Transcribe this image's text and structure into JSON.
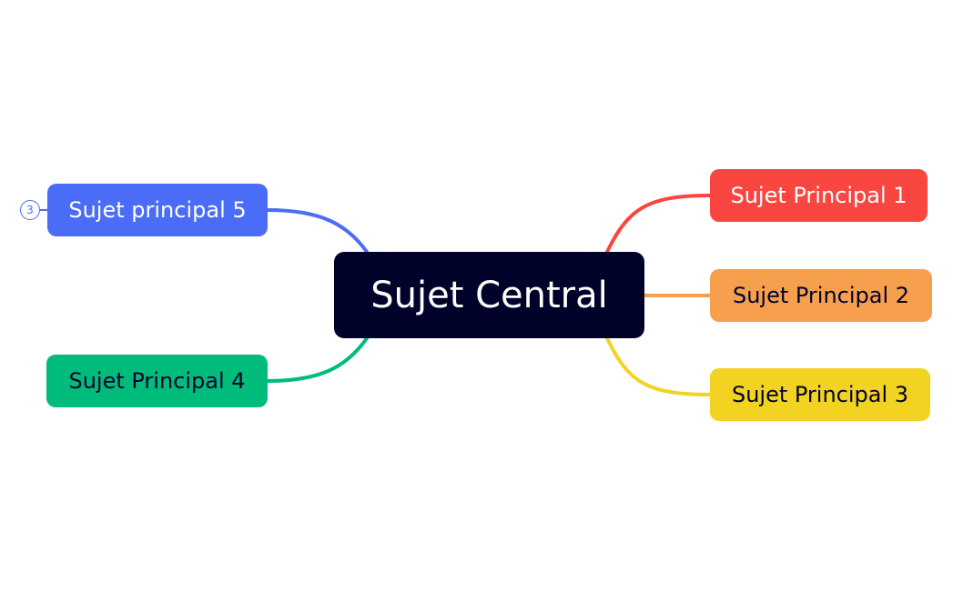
{
  "central": {
    "label": "Sujet Central",
    "color": "#01022a"
  },
  "topics": [
    {
      "label": "Sujet Principal 1",
      "color": "#f94640"
    },
    {
      "label": "Sujet Principal 2",
      "color": "#f6a04d"
    },
    {
      "label": "Sujet Principal 3",
      "color": "#f3d321"
    },
    {
      "label": "Sujet Principal 4",
      "color": "#00bc7b"
    },
    {
      "label": "Sujet principal 5",
      "color": "#4a6cf7",
      "collapsed_count": "3"
    }
  ]
}
